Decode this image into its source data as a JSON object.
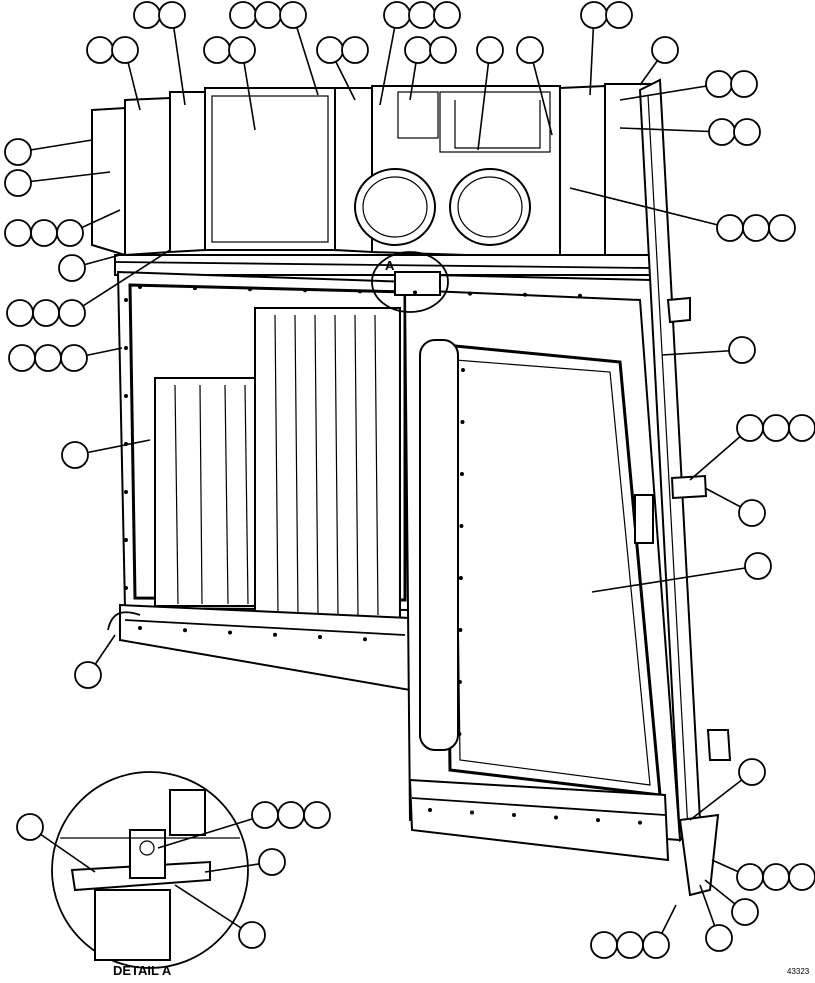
{
  "diagram": {
    "detail_label": "DETAIL A",
    "view_marker": "A",
    "figure_number": "43323"
  }
}
